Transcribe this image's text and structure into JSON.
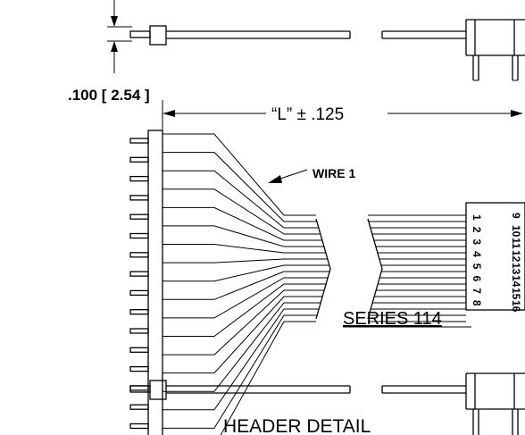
{
  "labels": {
    "pitch": ".100 [ 2.54 ]",
    "length": "“L” ± .125",
    "wire": "WIRE 1",
    "series": "SERIES 114",
    "detail": "HEADER DETAIL"
  },
  "pins_left": [
    "1",
    "2",
    "3",
    "4",
    "5",
    "6",
    "7",
    "8"
  ],
  "pins_right": [
    "9",
    "10",
    "11",
    "12",
    "13",
    "14",
    "15",
    "16"
  ],
  "colors": {
    "ink": "#000000",
    "paper": "#ffffff"
  }
}
